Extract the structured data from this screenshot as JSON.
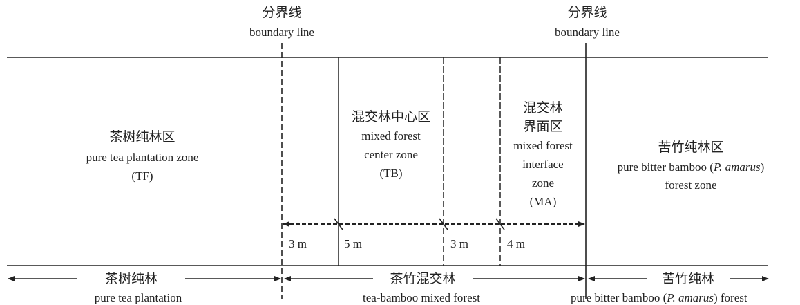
{
  "boundaries": {
    "left": {
      "zh": "分界线",
      "en": "boundary line"
    },
    "right": {
      "zh": "分界线",
      "en": "boundary line"
    }
  },
  "zones": {
    "tf": {
      "zh": "茶树纯林区",
      "en": "pure tea plantation zone",
      "code": "(TF)"
    },
    "tb": {
      "zh": "混交林中心区",
      "en1": "mixed forest",
      "en2": "center zone",
      "code": "(TB)"
    },
    "ma": {
      "zh1": "混交林",
      "zh2": "界面区",
      "en1": "mixed forest",
      "en2": "interface",
      "en3": "zone",
      "code": "(MA)"
    },
    "pa": {
      "zh": "苦竹纯林区",
      "en_pre": "pure bitter bamboo (",
      "en_sci": "P. amarus",
      "en_post": ")",
      "en2": "forest zone"
    }
  },
  "distances": [
    "3 m",
    "5 m",
    "3 m",
    "4 m"
  ],
  "bottom": {
    "tea": {
      "zh": "茶树纯林",
      "en": "pure tea plantation"
    },
    "mixed": {
      "zh": "茶竹混交林",
      "en": "tea-bamboo mixed forest"
    },
    "bamboo": {
      "zh": "苦竹纯林",
      "en_pre": "pure bitter bamboo (",
      "en_sci": "P. amarus",
      "en_post": ")  forest"
    }
  }
}
